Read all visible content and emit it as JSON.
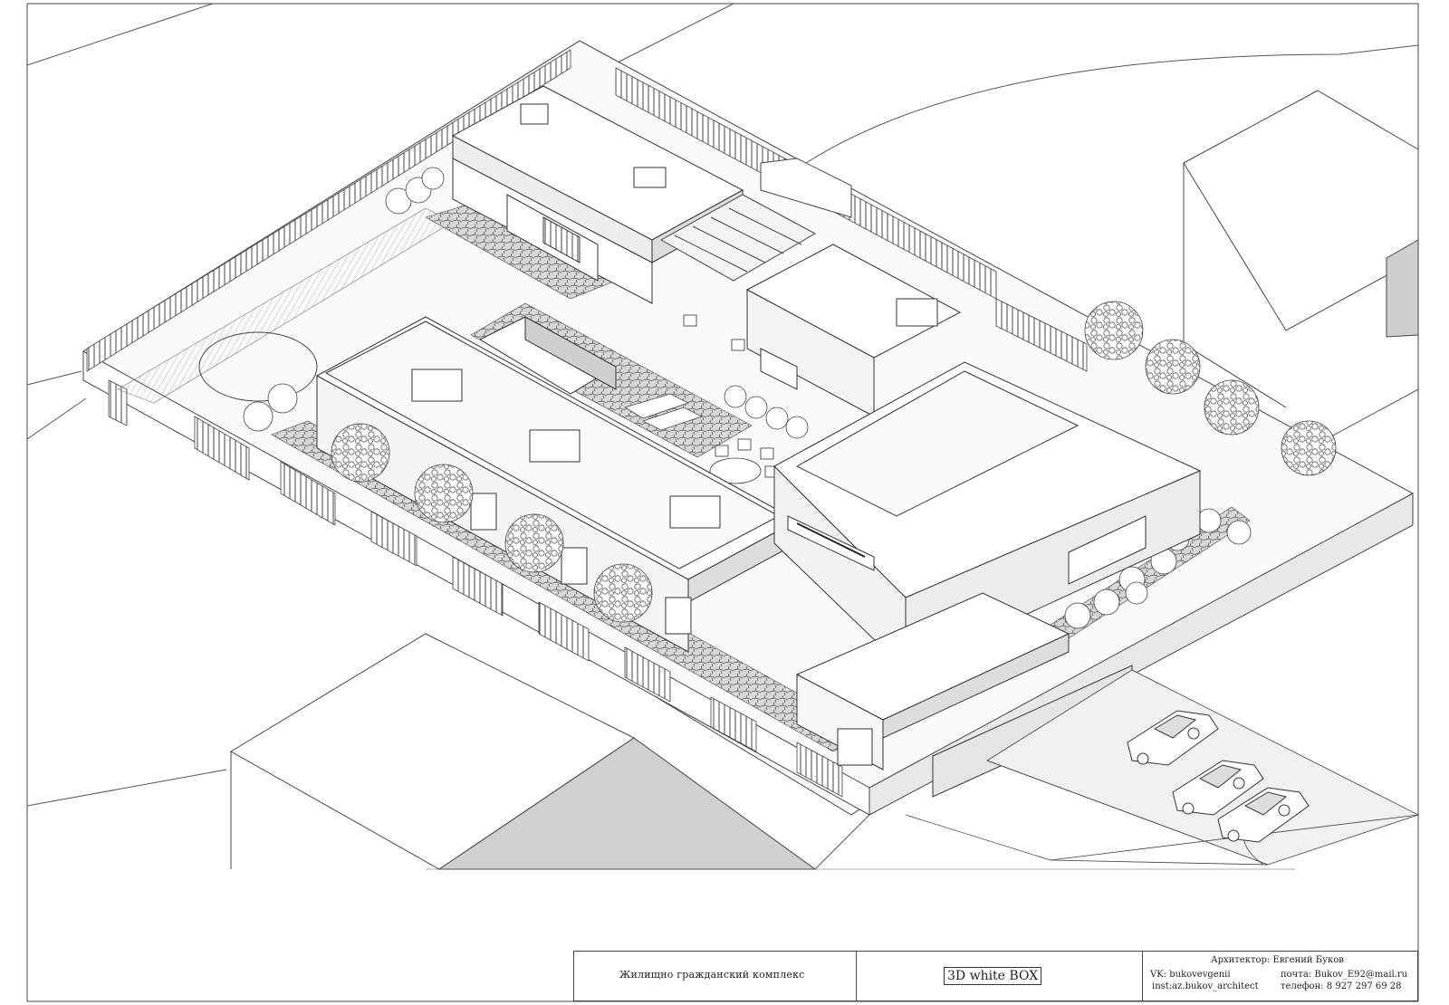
{
  "title_block": {
    "project_name": "Жилищно гражданский комплекс",
    "model_title": "3D white BOX",
    "architect": "Архитектор: Евгений Буков",
    "vk": "VK: bukovevgenii",
    "instagram": "inst:az.bukov_architect",
    "email": "почта: Bukov_E92@mail.ru",
    "phone": "телефон: 8 927 297 69 28"
  },
  "colors": {
    "line": "#3a3a3a",
    "shadow": "#bdbdbd",
    "paper": "#ffffff",
    "shade": "#e6e6e6"
  }
}
